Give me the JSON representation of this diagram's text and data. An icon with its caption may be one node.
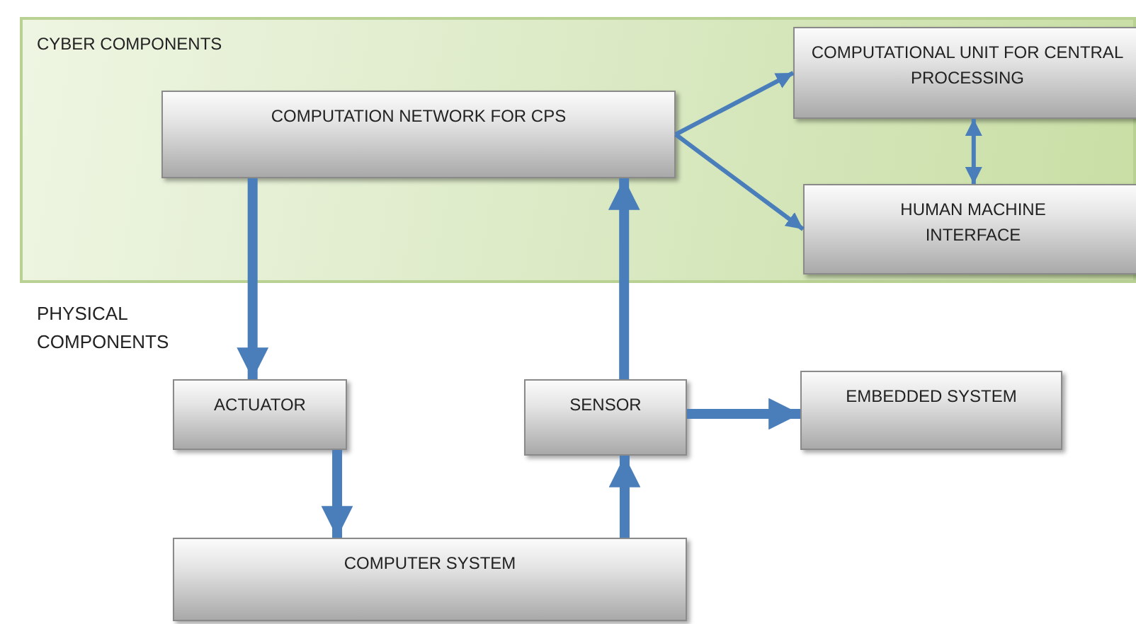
{
  "diagram": {
    "nodes": [
      {
        "text": [
          "CYBER COMPONENTS"
        ]
      },
      {
        "text": [
          "COMPUTATION NETWORK FOR CPS"
        ],
        "in": 0
      },
      {
        "text": [
          "COMPUTATIONAL UNIT FOR CENTRAL PROCESSING"
        ],
        "in": 0
      },
      {
        "text": [
          "HUMAN MACHINE INTERFACE"
        ],
        "in": 0
      },
      {
        "text": [
          "ACTUATOR"
        ]
      },
      {
        "text": [
          "SENSOR"
        ]
      },
      {
        "text": [
          "EMBEDDED SYSTEM"
        ]
      },
      {
        "text": [
          "COMPUTER SYSTEM"
        ]
      }
    ],
    "edges": [
      {
        "from": 1,
        "to": 4,
        "arrow": "to"
      },
      {
        "from": 5,
        "to": 1,
        "arrow": "to"
      },
      {
        "from": 1,
        "to": 2,
        "arrow": "to"
      },
      {
        "from": 1,
        "to": 3,
        "arrow": "to"
      },
      {
        "from": 2,
        "to": 3,
        "arrow": "both"
      },
      {
        "from": 4,
        "to": 7,
        "arrow": "to"
      },
      {
        "from": 7,
        "to": 5,
        "arrow": "to"
      },
      {
        "from": 5,
        "to": 6,
        "arrow": "to"
      }
    ],
    "labels": [
      "PHYSICAL COMPONENTS"
    ]
  }
}
